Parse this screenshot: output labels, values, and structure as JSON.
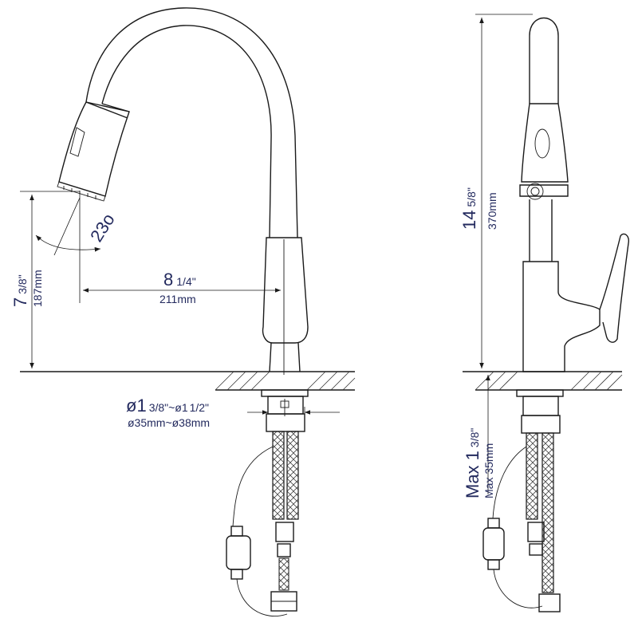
{
  "dimensions": {
    "spout_height": {
      "inch_whole": "7",
      "inch_frac": "3/8\"",
      "mm": "187mm"
    },
    "spout_angle": {
      "value": "23o"
    },
    "reach": {
      "inch_whole": "8",
      "inch_frac": "1/4\"",
      "mm": "211mm"
    },
    "hole_diameter": {
      "inch_line_a": "ø1",
      "inch_frac_a": "3/8\"~ø1",
      "inch_frac_b": "1/2\"",
      "mm": "ø35mm~ø38mm"
    },
    "total_height": {
      "inch_whole": "14",
      "inch_frac": "5/8\"",
      "mm": "370mm"
    },
    "deck_thickness": {
      "inch_prefix": "Max 1",
      "inch_frac": "3/8\"",
      "mm": "Max 35mm"
    }
  },
  "colors": {
    "ink": "#1a1a1a",
    "label": "#232a5e",
    "background": "#ffffff"
  }
}
